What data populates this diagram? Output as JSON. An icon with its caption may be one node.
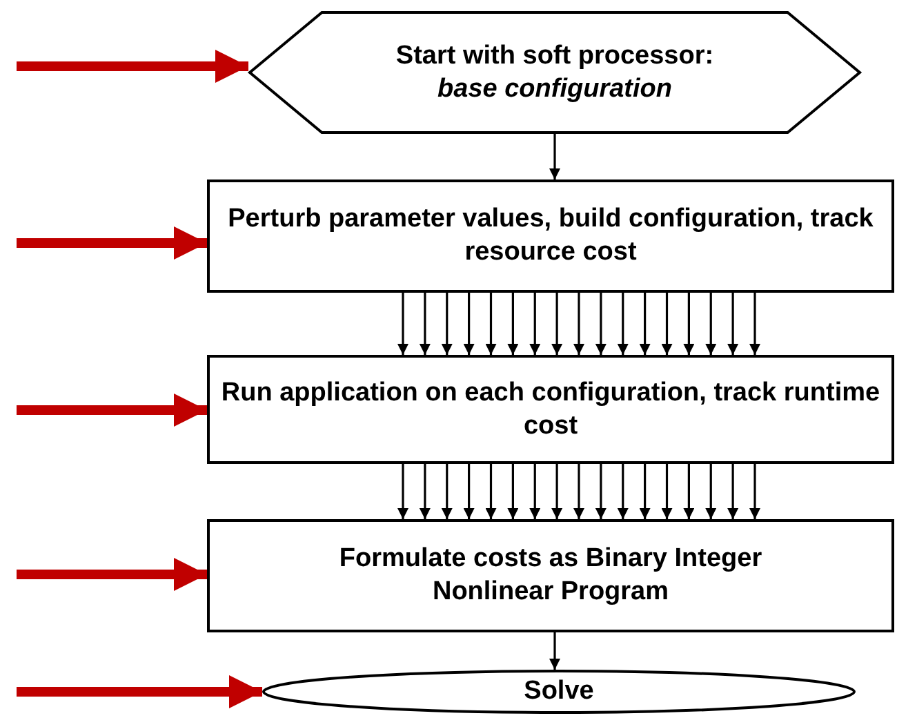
{
  "diagram": {
    "nodes": [
      {
        "text": [
          "Start with soft processor:",
          "base configuration"
        ]
      },
      {
        "text": [
          "Perturb parameter values, build configuration, track resource cost"
        ]
      },
      {
        "text": [
          "Run application on each configuration, track runtime cost"
        ]
      },
      {
        "text": [
          "Formulate costs as Binary Integer Nonlinear Program"
        ]
      },
      {
        "text": [
          "Solve"
        ]
      }
    ],
    "edges": [
      {
        "from": null,
        "to": 0,
        "arrow": "to",
        "style": "thick",
        "color": "#c00000"
      },
      {
        "from": null,
        "to": 1,
        "arrow": "to",
        "style": "thick",
        "color": "#c00000"
      },
      {
        "from": null,
        "to": 2,
        "arrow": "to",
        "style": "thick",
        "color": "#c00000"
      },
      {
        "from": null,
        "to": 3,
        "arrow": "to",
        "style": "thick",
        "color": "#c00000"
      },
      {
        "from": null,
        "to": 4,
        "arrow": "to",
        "style": "thick",
        "color": "#c00000"
      },
      {
        "from": 0,
        "to": 1,
        "arrow": "to"
      },
      {
        "from": 1,
        "to": 2,
        "arrow": "to"
      },
      {
        "from": 1,
        "to": 2,
        "arrow": "to"
      },
      {
        "from": 1,
        "to": 2,
        "arrow": "to"
      },
      {
        "from": 1,
        "to": 2,
        "arrow": "to"
      },
      {
        "from": 1,
        "to": 2,
        "arrow": "to"
      },
      {
        "from": 1,
        "to": 2,
        "arrow": "to"
      },
      {
        "from": 1,
        "to": 2,
        "arrow": "to"
      },
      {
        "from": 1,
        "to": 2,
        "arrow": "to"
      },
      {
        "from": 1,
        "to": 2,
        "arrow": "to"
      },
      {
        "from": 1,
        "to": 2,
        "arrow": "to"
      },
      {
        "from": 1,
        "to": 2,
        "arrow": "to"
      },
      {
        "from": 1,
        "to": 2,
        "arrow": "to"
      },
      {
        "from": 1,
        "to": 2,
        "arrow": "to"
      },
      {
        "from": 1,
        "to": 2,
        "arrow": "to"
      },
      {
        "from": 1,
        "to": 2,
        "arrow": "to"
      },
      {
        "from": 1,
        "to": 2,
        "arrow": "to"
      },
      {
        "from": 1,
        "to": 2,
        "arrow": "to"
      },
      {
        "from": 2,
        "to": 3,
        "arrow": "to"
      },
      {
        "from": 2,
        "to": 3,
        "arrow": "to"
      },
      {
        "from": 2,
        "to": 3,
        "arrow": "to"
      },
      {
        "from": 2,
        "to": 3,
        "arrow": "to"
      },
      {
        "from": 2,
        "to": 3,
        "arrow": "to"
      },
      {
        "from": 2,
        "to": 3,
        "arrow": "to"
      },
      {
        "from": 2,
        "to": 3,
        "arrow": "to"
      },
      {
        "from": 2,
        "to": 3,
        "arrow": "to"
      },
      {
        "from": 2,
        "to": 3,
        "arrow": "to"
      },
      {
        "from": 2,
        "to": 3,
        "arrow": "to"
      },
      {
        "from": 2,
        "to": 3,
        "arrow": "to"
      },
      {
        "from": 2,
        "to": 3,
        "arrow": "to"
      },
      {
        "from": 2,
        "to": 3,
        "arrow": "to"
      },
      {
        "from": 2,
        "to": 3,
        "arrow": "to"
      },
      {
        "from": 2,
        "to": 3,
        "arrow": "to"
      },
      {
        "from": 2,
        "to": 3,
        "arrow": "to"
      },
      {
        "from": 2,
        "to": 3,
        "arrow": "to"
      },
      {
        "from": 3,
        "to": 4,
        "arrow": "to"
      }
    ]
  }
}
